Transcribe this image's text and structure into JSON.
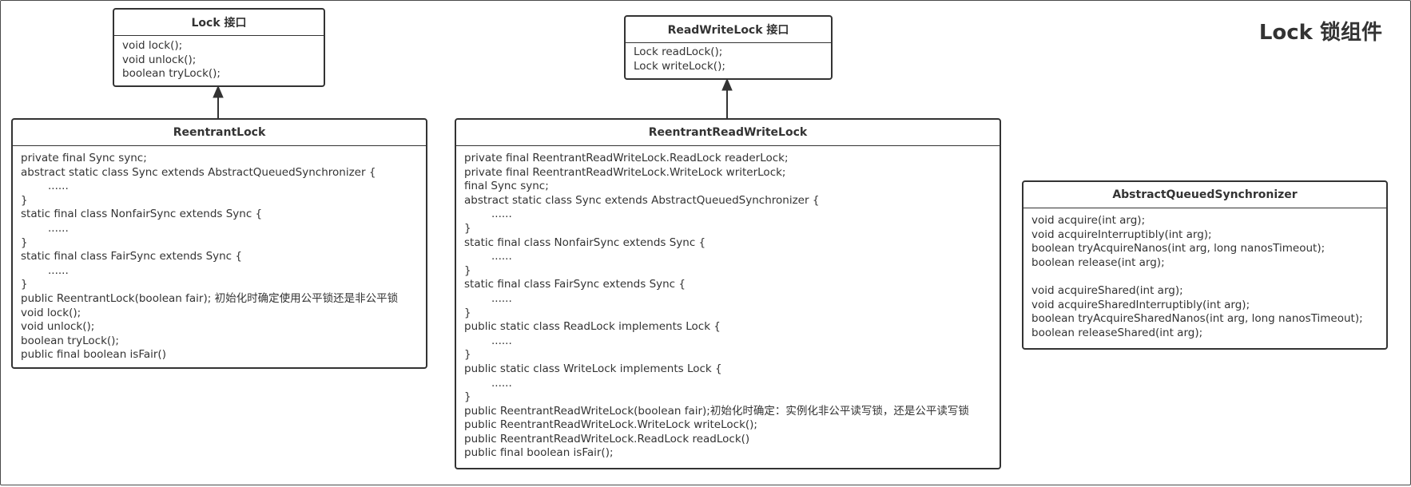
{
  "title": "Lock 锁组件",
  "lock_iface": {
    "name": "Lock 接口",
    "members": [
      "void lock();",
      "void unlock();",
      "boolean tryLock();"
    ]
  },
  "rwlock_iface": {
    "name": "ReadWriteLock 接口",
    "members": [
      "Lock readLock();",
      "Lock writeLock();"
    ]
  },
  "reentrant_lock": {
    "name": "ReentrantLock",
    "members": [
      "private final Sync sync;",
      "abstract static class Sync extends AbstractQueuedSynchronizer {",
      "......",
      "}",
      "static final class NonfairSync extends Sync {",
      "......",
      "}",
      "static final class FairSync extends Sync {",
      "......",
      "}",
      "public ReentrantLock(boolean fair);  初始化时确定使用公平锁还是非公平锁",
      "void lock();",
      "void unlock();",
      "boolean tryLock();",
      "public final boolean isFair()"
    ]
  },
  "reentrant_rwlock": {
    "name": "ReentrantReadWriteLock",
    "members": [
      "private final ReentrantReadWriteLock.ReadLock readerLock;",
      "private final ReentrantReadWriteLock.WriteLock writerLock;",
      "final Sync sync;",
      "abstract static class Sync extends AbstractQueuedSynchronizer {",
      "......",
      "}",
      "static final class NonfairSync extends Sync {",
      "......",
      "}",
      "static final class FairSync extends Sync {",
      "......",
      "}",
      "public static class ReadLock implements Lock {",
      "......",
      "}",
      "public static class WriteLock implements Lock {",
      "......",
      "}",
      "public ReentrantReadWriteLock(boolean fair);初始化时确定：实例化非公平读写锁，还是公平读写锁",
      "public ReentrantReadWriteLock.WriteLock writeLock();",
      "public ReentrantReadWriteLock.ReadLock  readLock()",
      "public final boolean isFair();"
    ]
  },
  "aqs": {
    "name": "AbstractQueuedSynchronizer",
    "members": [
      "void acquire(int arg);",
      "void acquireInterruptibly(int arg);",
      "boolean tryAcquireNanos(int arg, long nanosTimeout);",
      "boolean release(int arg);",
      "",
      "void acquireShared(int arg);",
      "void acquireSharedInterruptibly(int arg);",
      "boolean tryAcquireSharedNanos(int arg, long nanosTimeout);",
      "boolean releaseShared(int arg);"
    ]
  },
  "colors": {
    "stroke": "#333333",
    "text": "#333333",
    "background": "#ffffff"
  }
}
